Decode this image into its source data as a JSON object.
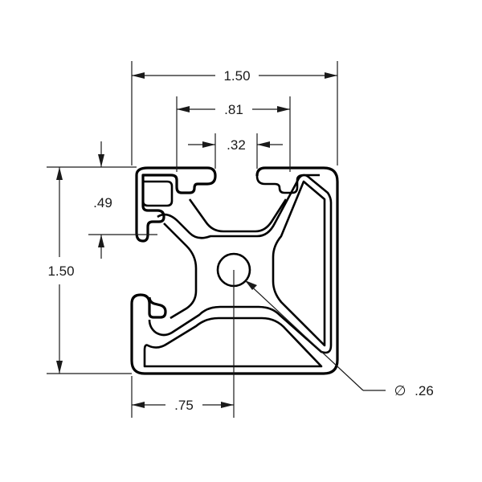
{
  "drawing": {
    "dimensions": {
      "overall_width": "1.50",
      "slot_outer_width": ".81",
      "slot_opening": ".32",
      "slot_depth": ".49",
      "overall_height": "1.50",
      "center_offset": ".75",
      "bore_diameter_symbol": "∅",
      "bore_diameter": ".26"
    }
  }
}
